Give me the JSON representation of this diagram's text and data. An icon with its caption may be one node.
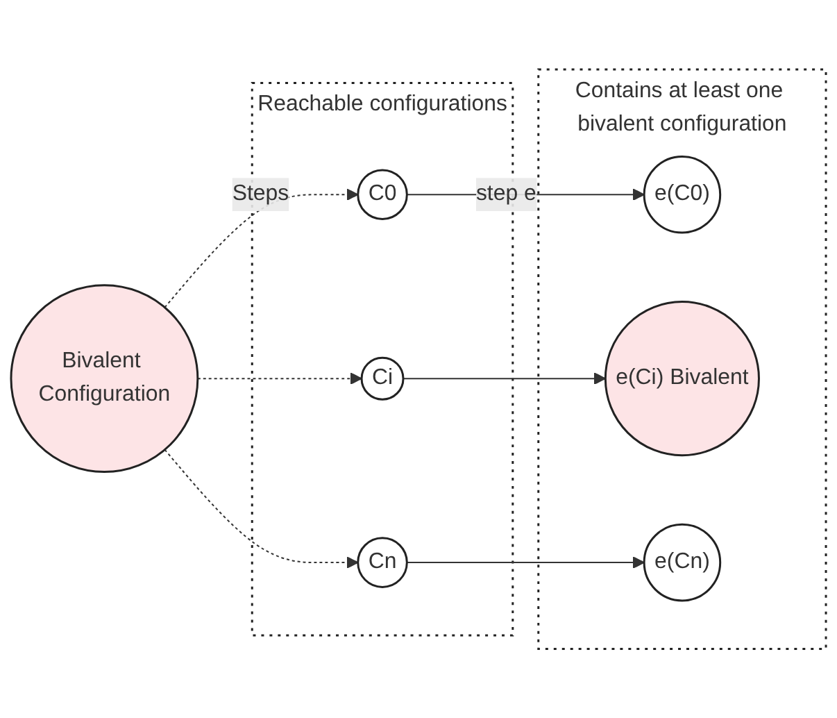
{
  "diagram": {
    "nodes": [
      {
        "text": [
          "Bivalent Configuration"
        ]
      },
      {
        "text": [
          "Reachable configurations"
        ]
      },
      {
        "text": [
          "C0"
        ],
        "in": 1
      },
      {
        "text": [
          "Ci"
        ],
        "in": 1
      },
      {
        "text": [
          "Cn"
        ],
        "in": 1
      },
      {
        "text": [
          "Contains at least one bivalent configuration"
        ]
      },
      {
        "text": [
          "e(C0)"
        ],
        "in": 5
      },
      {
        "text": [
          "e(Ci) Bivalent"
        ],
        "in": 5
      },
      {
        "text": [
          "e(Cn)"
        ],
        "in": 5
      }
    ],
    "edges": [
      {
        "from": 0,
        "to": 2,
        "arrow": "to",
        "label": "Steps",
        "style": "dashed"
      },
      {
        "from": 0,
        "to": 3,
        "arrow": "to",
        "style": "dashed"
      },
      {
        "from": 0,
        "to": 4,
        "arrow": "to",
        "style": "dashed"
      },
      {
        "from": 2,
        "to": 6,
        "arrow": "to",
        "label": "step e"
      },
      {
        "from": 3,
        "to": 7,
        "arrow": "to"
      },
      {
        "from": 4,
        "to": 8,
        "arrow": "to"
      }
    ]
  }
}
